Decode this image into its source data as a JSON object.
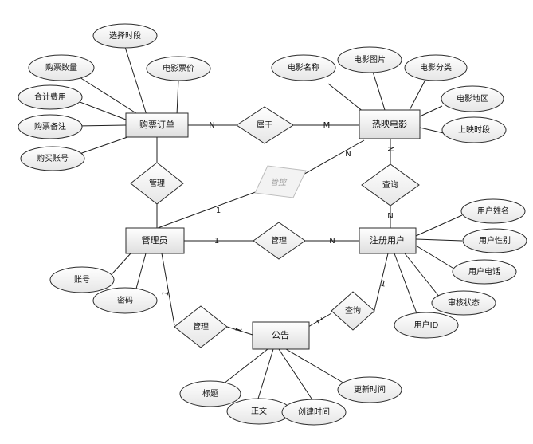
{
  "entities": {
    "ticket_order": "购票订单",
    "movie": "热映电影",
    "admin": "管理员",
    "user": "注册用户",
    "notice": "公告"
  },
  "relationships": {
    "belongs": "属于",
    "admin_order": "管理",
    "admin_movie": "管控",
    "user_movie": "查询",
    "admin_user": "管理",
    "admin_notice": "管理",
    "user_notice": "查询"
  },
  "attributes": {
    "order_time": "选择时段",
    "order_qty": "购票数量",
    "order_price": "电影票价",
    "order_total": "合计费用",
    "order_note": "购票备注",
    "order_account": "购买账号",
    "movie_name": "电影名称",
    "movie_image": "电影图片",
    "movie_category": "电影分类",
    "movie_region": "电影地区",
    "movie_time": "上映时段",
    "admin_account": "账号",
    "admin_password": "密码",
    "user_name": "用户姓名",
    "user_gender": "用户性别",
    "user_phone": "用户电话",
    "user_status": "审核状态",
    "user_id": "用户ID",
    "notice_title": "标题",
    "notice_body": "正文",
    "notice_created": "创建时间",
    "notice_updated": "更新时间"
  },
  "cardinalities": {
    "order_belongs": "N",
    "movie_belongs": "M",
    "movie_admin": "N",
    "admin_movie": "1",
    "movie_user": "N",
    "user_movie": "N",
    "admin_user": "1",
    "user_admin": "N",
    "admin_notice": "1",
    "notice_admin": "1",
    "notice_user": "1",
    "user_notice": "1"
  }
}
